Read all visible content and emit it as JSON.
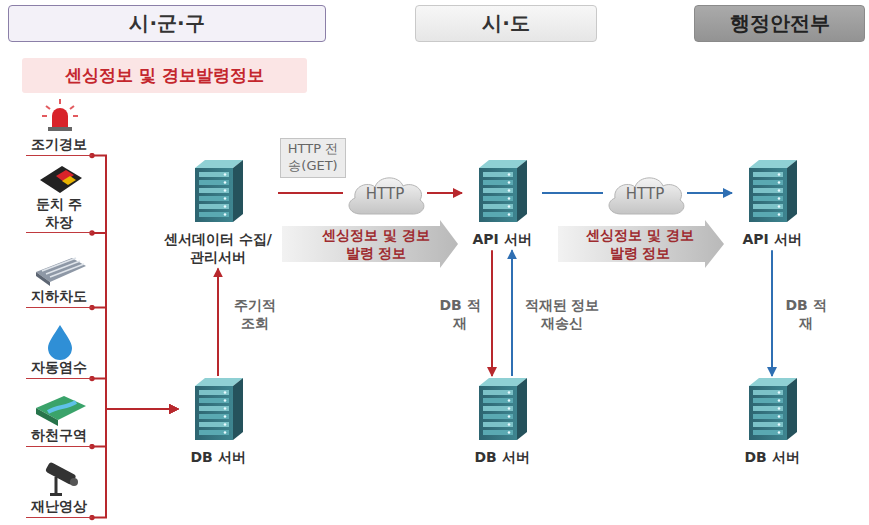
{
  "diagram": {
    "nodes": [
      {
        "text": [
          "시·군·구"
        ]
      },
      {
        "text": [
          "시·도"
        ]
      },
      {
        "text": [
          "행정안전부"
        ]
      },
      {
        "text": [
          "센싱정보 및 경보발령정보"
        ]
      },
      {
        "text": [
          "조기경보"
        ]
      },
      {
        "text": [
          "둔치 주차장"
        ]
      },
      {
        "text": [
          "지하차도"
        ]
      },
      {
        "text": [
          "자동염수"
        ]
      },
      {
        "text": [
          "하천구역"
        ]
      },
      {
        "text": [
          "재난영상"
        ]
      },
      {
        "text": [
          "센서데이터 수집/관리서버"
        ]
      },
      {
        "text": [
          "HTTP"
        ]
      },
      {
        "text": [
          "API 서버"
        ]
      },
      {
        "text": [
          "HTTP"
        ]
      },
      {
        "text": [
          "API 서버"
        ]
      },
      {
        "text": [
          "DB 서버"
        ]
      },
      {
        "text": [
          "DB 서버"
        ]
      },
      {
        "text": [
          "DB 서버"
        ]
      }
    ],
    "edges": [
      {
        "from": 10,
        "to": 11,
        "arrow": "none",
        "label": "HTTP 전송(GET)"
      },
      {
        "from": 11,
        "to": 12,
        "arrow": "to"
      },
      {
        "from": 12,
        "to": 13,
        "arrow": "none"
      },
      {
        "from": 13,
        "to": 14,
        "arrow": "to"
      },
      {
        "from": 15,
        "to": 10,
        "arrow": "to",
        "label": "주기적 조회"
      },
      {
        "from": 12,
        "to": 16,
        "arrow": "to",
        "label": "DB 적재"
      },
      {
        "from": 16,
        "to": 12,
        "arrow": "to",
        "label": "적재된 정보 재송신"
      },
      {
        "from": 14,
        "to": 17,
        "arrow": "to",
        "label": "DB 적재"
      },
      {
        "from": 4,
        "to": 15,
        "arrow": "to"
      },
      {
        "from": 5,
        "to": 15,
        "arrow": "to"
      },
      {
        "from": 6,
        "to": 15,
        "arrow": "to"
      },
      {
        "from": 7,
        "to": 15,
        "arrow": "to"
      },
      {
        "from": 8,
        "to": 15,
        "arrow": "to"
      },
      {
        "from": 9,
        "to": 15,
        "arrow": "to"
      }
    ],
    "labels": [
      "센싱정보 및 경보발령 정보",
      "센싱정보 및 경보발령 정보"
    ]
  }
}
